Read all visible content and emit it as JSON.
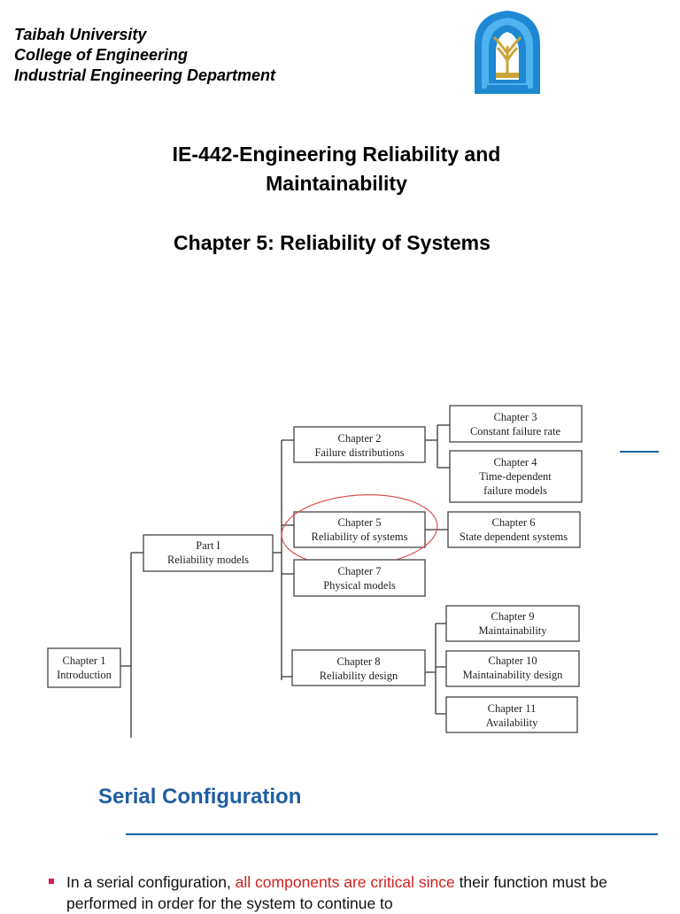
{
  "header": {
    "university": "Taibah University",
    "college": "College of Engineering",
    "department": "Industrial Engineering Department"
  },
  "slide": {
    "course_title_line1": "IE-442-Engineering Reliability and",
    "course_title_line2": "Maintainability",
    "chapter_title": "Chapter 5: Reliability of Systems"
  },
  "diagram": {
    "root": {
      "line1": "Chapter 1",
      "line2": "Introduction"
    },
    "part1": {
      "line1": "Part I",
      "line2": "Reliability models"
    },
    "ch2": {
      "line1": "Chapter 2",
      "line2": "Failure distributions"
    },
    "ch3": {
      "line1": "Chapter 3",
      "line2": "Constant failure rate"
    },
    "ch4": {
      "line1": "Chapter 4",
      "line2": "Time-dependent",
      "line3": "failure models"
    },
    "ch5": {
      "line1": "Chapter 5",
      "line2": "Reliability of systems"
    },
    "ch6": {
      "line1": "Chapter 6",
      "line2": "State dependent systems"
    },
    "ch7": {
      "line1": "Chapter 7",
      "line2": "Physical models"
    },
    "ch8": {
      "line1": "Chapter 8",
      "line2": "Reliability design"
    },
    "ch9": {
      "line1": "Chapter 9",
      "line2": "Maintainability"
    },
    "ch10": {
      "line1": "Chapter 10",
      "line2": "Maintainability design"
    },
    "ch11": {
      "line1": "Chapter 11",
      "line2": "Availability"
    },
    "highlight_color": "#e05050"
  },
  "section": {
    "heading": "Serial Configuration",
    "heading_color": "#1f5fa3"
  },
  "bullet": {
    "part1": "In a serial configuration, ",
    "highlight": "all components are critical since",
    "part2": " their function must be performed in order for the system to continue to",
    "marker_color": "#d81b60",
    "highlight_color": "#d42020"
  }
}
